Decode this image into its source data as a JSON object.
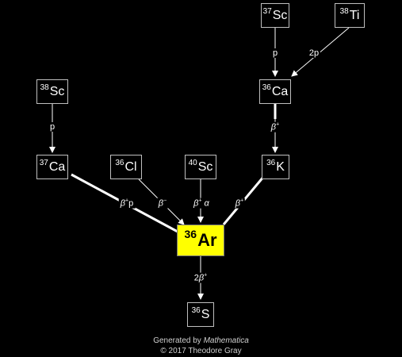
{
  "nodes": {
    "sc37": {
      "mass": "37",
      "symbol": "Sc"
    },
    "ti38": {
      "mass": "38",
      "symbol": "Ti"
    },
    "sc38": {
      "mass": "38",
      "symbol": "Sc"
    },
    "ca36": {
      "mass": "36",
      "symbol": "Ca"
    },
    "ca37": {
      "mass": "37",
      "symbol": "Ca"
    },
    "cl36": {
      "mass": "36",
      "symbol": "Cl"
    },
    "sc40": {
      "mass": "40",
      "symbol": "Sc"
    },
    "k36": {
      "mass": "36",
      "symbol": "K"
    },
    "ar36": {
      "mass": "36",
      "symbol": "Ar"
    },
    "s36": {
      "mass": "36",
      "symbol": "S"
    }
  },
  "edges": {
    "sc37_ca36": {
      "label": "p"
    },
    "ti38_ca36": {
      "label": "2p"
    },
    "sc38_ca37": {
      "label": "p"
    },
    "ca36_k36": {
      "label_base": "β",
      "label_sup": "+"
    },
    "ca37_ar36": {
      "label_base": "β",
      "label_sup": "+",
      "label_tail": "p"
    },
    "cl36_ar36": {
      "label_base": "β",
      "label_sup": "−"
    },
    "sc40_ar36": {
      "label_base": "β",
      "label_sup": "+",
      "label_tail": "α"
    },
    "k36_ar36": {
      "label_base": "β",
      "label_sup": "+"
    },
    "ar36_s36": {
      "label_prefix": "2",
      "label_base": "β",
      "label_sup": "+"
    }
  },
  "footer": {
    "generated_prefix": "Generated by ",
    "generated_app": "Mathematica",
    "copyright": "© 2017 Theodore Gray"
  },
  "colors": {
    "center_fill": "#ffff00",
    "background": "#000000",
    "edge": "#ffffff"
  }
}
